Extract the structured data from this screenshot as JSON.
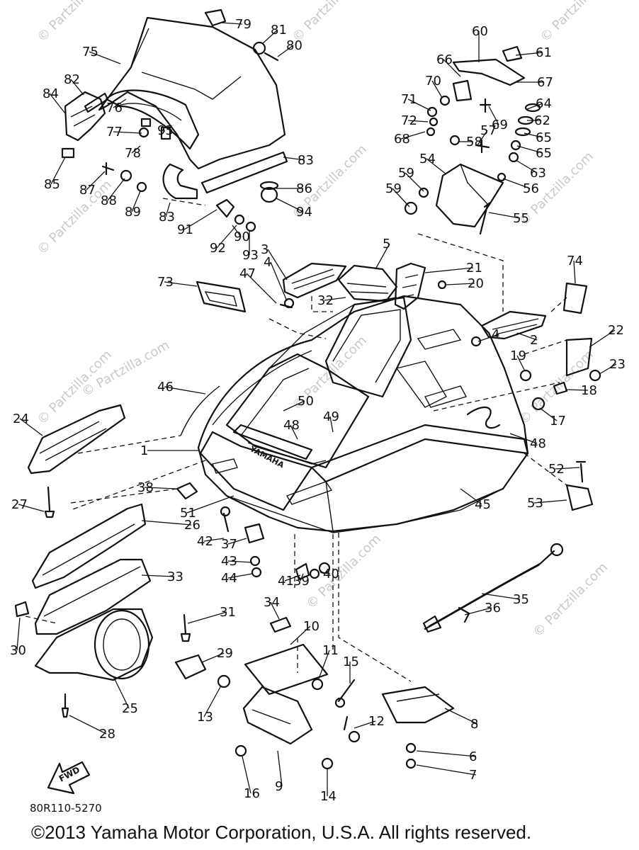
{
  "diagram": {
    "part_code": "80R110-5270",
    "copyright": "©2013  Yamaha Motor Corporation, U.S.A. All rights reserved.",
    "watermark_text": "© Partzilla.com",
    "logo_text": "YAMAHA",
    "fwd_label": "FWD",
    "callouts": [
      "1",
      "2",
      "3",
      "4",
      "4",
      "5",
      "6",
      "7",
      "8",
      "9",
      "10",
      "11",
      "12",
      "13",
      "14",
      "15",
      "16",
      "17",
      "18",
      "19",
      "20",
      "21",
      "22",
      "23",
      "24",
      "25",
      "26",
      "27",
      "28",
      "29",
      "30",
      "31",
      "32",
      "33",
      "34",
      "35",
      "36",
      "37",
      "38",
      "39",
      "40",
      "41",
      "42",
      "43",
      "44",
      "45",
      "46",
      "47",
      "48",
      "48",
      "49",
      "50",
      "51",
      "52",
      "53",
      "54",
      "55",
      "56",
      "57",
      "58",
      "59",
      "59",
      "60",
      "61",
      "62",
      "63",
      "64",
      "65",
      "65",
      "66",
      "67",
      "68",
      "69",
      "70",
      "71",
      "72",
      "73",
      "74",
      "75",
      "76",
      "77",
      "78",
      "79",
      "80",
      "81",
      "82",
      "83",
      "83",
      "84",
      "85",
      "86",
      "87",
      "88",
      "89",
      "90",
      "91",
      "92",
      "93",
      "94",
      "95"
    ]
  }
}
